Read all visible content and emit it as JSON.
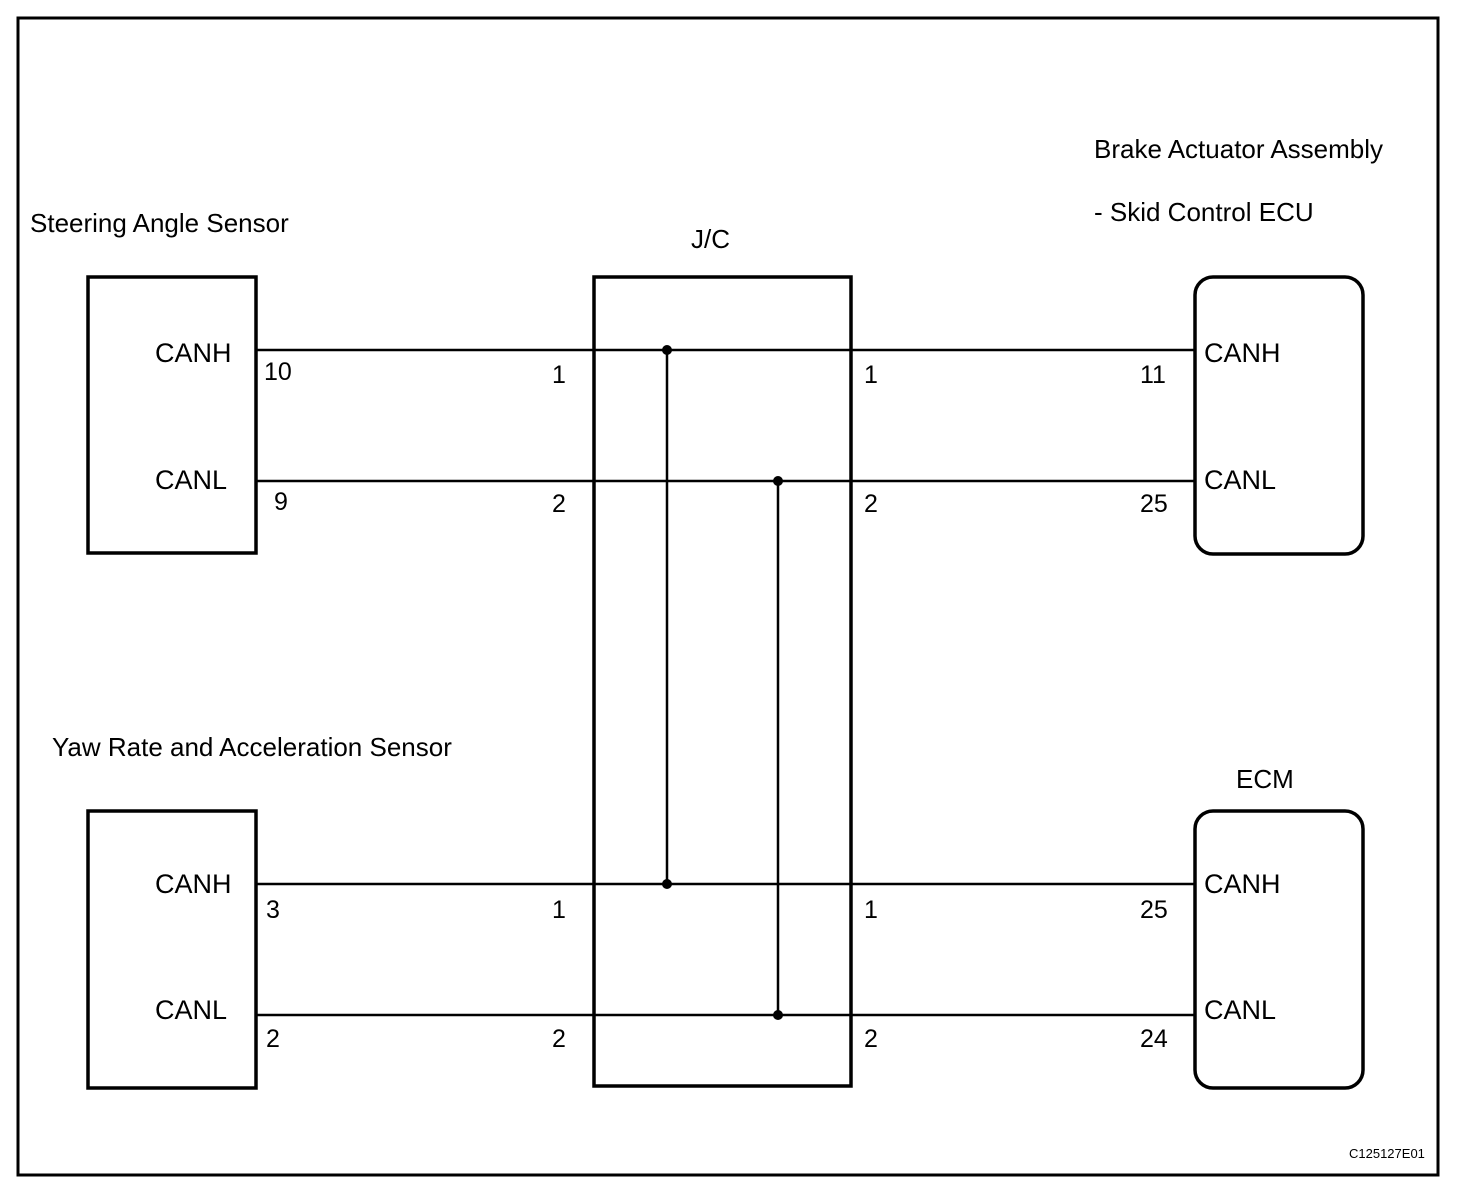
{
  "components": {
    "steering_angle_sensor": {
      "title": "Steering Angle Sensor",
      "canh": {
        "signal": "CANH",
        "pin": "10"
      },
      "canl": {
        "signal": "CANL",
        "pin": "9"
      }
    },
    "yaw_rate_sensor": {
      "title": "Yaw Rate and Acceleration Sensor",
      "canh": {
        "signal": "CANH",
        "pin": "3"
      },
      "canl": {
        "signal": "CANL",
        "pin": "2"
      }
    },
    "junction_connector": {
      "title": "J/C",
      "top_left_canh_pin": "1",
      "top_left_canl_pin": "2",
      "top_right_canh_pin": "1",
      "top_right_canl_pin": "2",
      "bottom_left_canh_pin": "1",
      "bottom_left_canl_pin": "2",
      "bottom_right_canh_pin": "1",
      "bottom_right_canl_pin": "2"
    },
    "brake_actuator": {
      "title_line1": "Brake Actuator Assembly",
      "title_line2": "- Skid Control ECU",
      "canh": {
        "signal": "CANH",
        "pin": "11"
      },
      "canl": {
        "signal": "CANL",
        "pin": "25"
      }
    },
    "ecm": {
      "title": "ECM",
      "canh": {
        "signal": "CANH",
        "pin": "25"
      },
      "canl": {
        "signal": "CANL",
        "pin": "24"
      }
    }
  },
  "figure_code": "C125127E01",
  "colors": {
    "line": "#000000",
    "background": "#ffffff"
  }
}
